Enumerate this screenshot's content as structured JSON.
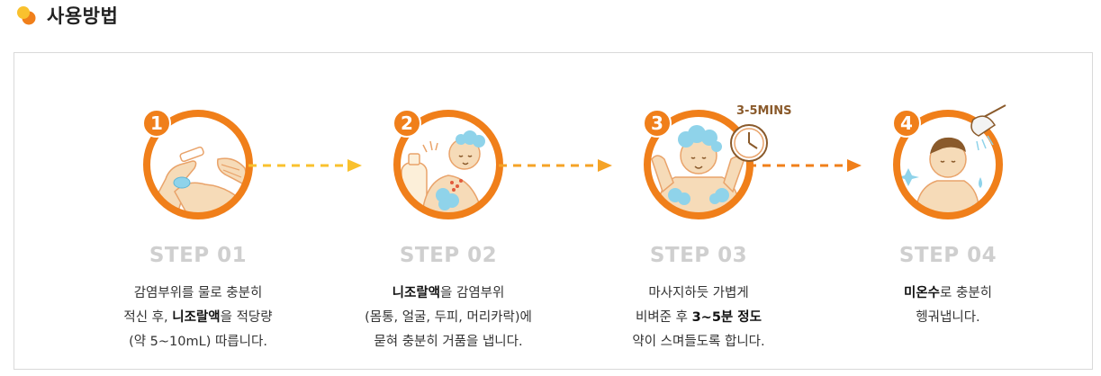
{
  "header": {
    "title": "사용방법"
  },
  "steps": [
    {
      "number": "1",
      "label": "STEP 01",
      "lines": [
        [
          "감염부위를 물로 충분히"
        ],
        [
          "적신 후, ",
          {
            "b": "니조랄액"
          },
          "을 적당량"
        ],
        [
          "(약 5~10mL) 따릅니다."
        ]
      ]
    },
    {
      "number": "2",
      "label": "STEP 02",
      "lines": [
        [
          {
            "b": "니조랄액"
          },
          "을 감염부위"
        ],
        [
          "(몸통, 얼굴, 두피, 머리카락)에"
        ],
        [
          "묻혀 충분히 거품을 냅니다."
        ]
      ]
    },
    {
      "number": "3",
      "label": "STEP 03",
      "timer_text": "3-5MINS",
      "lines": [
        [
          "마사지하듯 가볍게"
        ],
        [
          "비벼준 후 ",
          {
            "b": "3~5분 정도"
          }
        ],
        [
          "약이 스며들도록 합니다."
        ]
      ]
    },
    {
      "number": "4",
      "label": "STEP 04",
      "lines": [
        [
          {
            "b": "미온수"
          },
          "로 충분히"
        ],
        [
          "헹궈냅니다."
        ]
      ]
    }
  ],
  "colors": {
    "orange": "#F07F1A",
    "yellow": "#F9C12E",
    "skin": "#F6DBB8",
    "foam": "#8FD3EA",
    "step_gray": "#CFCFCF"
  },
  "icons": [
    "header-dots-icon",
    "step-arrow-icon",
    "clock-icon",
    "shower-head-icon",
    "sparkle-icon",
    "water-drop-icon"
  ]
}
